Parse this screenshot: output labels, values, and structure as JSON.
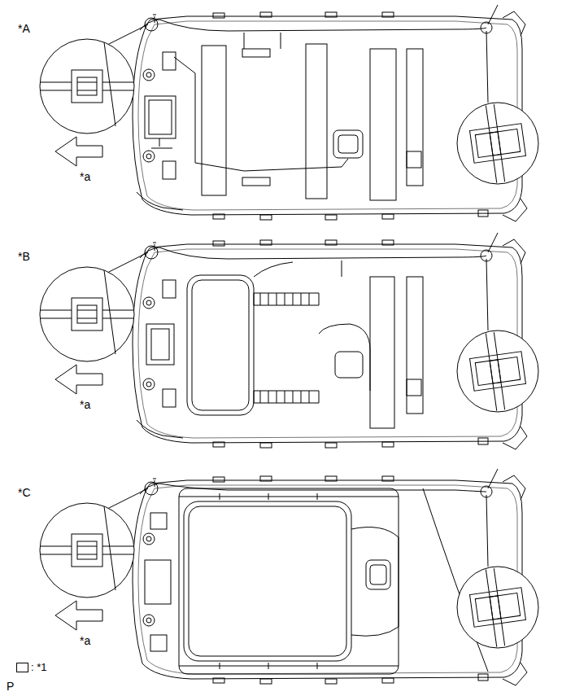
{
  "diagram": {
    "labels": [
      "*A",
      "*a",
      "*B",
      "*a",
      "*C",
      "*a",
      "P"
    ],
    "legend": [
      {
        "text": ": *1"
      }
    ]
  }
}
